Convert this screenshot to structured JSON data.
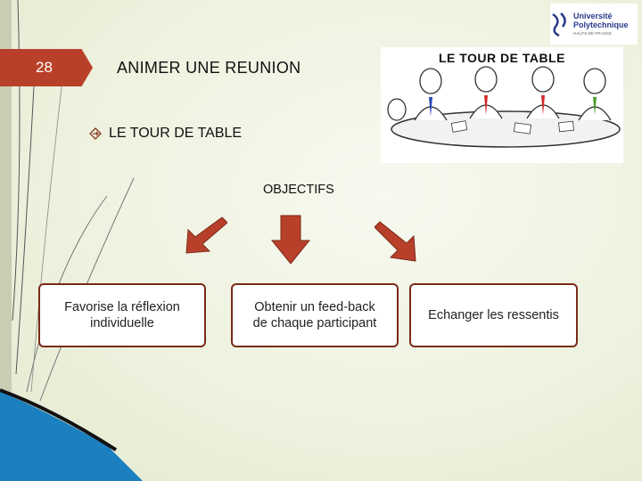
{
  "slide": {
    "number": "28",
    "title": "ANIMER UNE REUNION"
  },
  "bullet": {
    "icon": "diamond-arrow-icon",
    "text": "LE TOUR DE TABLE"
  },
  "objectives_heading": "OBJECTIFS",
  "objectives": [
    {
      "line1": "Favorise la réflexion",
      "line2": "individuelle"
    },
    {
      "line1": "Obtenir un feed-back",
      "line2": "de chaque participant"
    },
    {
      "line1": "Echanger les ressentis",
      "line2": ""
    }
  ],
  "logo": {
    "line1": "Université",
    "line2": "Polytechnique",
    "line3": "HAUTS-DE-FRANCE"
  },
  "picture": {
    "caption": "LE TOUR DE TABLE"
  },
  "colors": {
    "accent": "#b8402a",
    "arrow": "#b8402a",
    "box_border": "#7a2a18",
    "logo_blue": "#2a3a8c"
  }
}
